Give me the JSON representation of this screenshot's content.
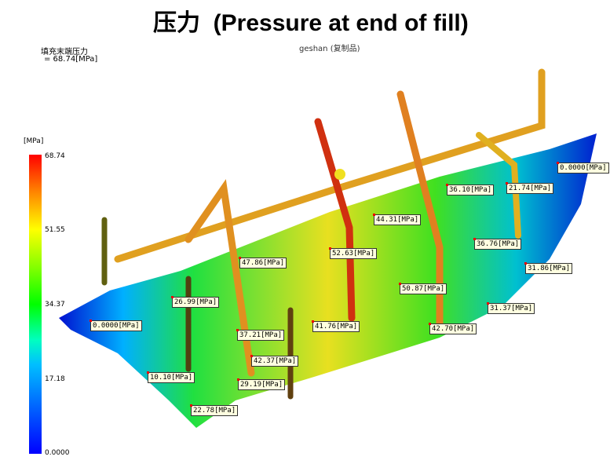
{
  "title": "压力  (Pressure at end of fill)",
  "result": {
    "name": "填充末端压力",
    "value": " = 68.74[MPa]"
  },
  "model_name": "geshan (复制品)",
  "legend": {
    "unit": "[MPa]",
    "ticks": [
      "68.74",
      "51.55",
      "34.37",
      "17.18",
      "0.0000"
    ],
    "colors": {
      "max": "#ff0000",
      "min": "#0000ff"
    }
  },
  "probes": [
    "0.0000[MPa]",
    "36.10[MPa]",
    "21.74[MPa]",
    "44.31[MPa]",
    "36.76[MPa]",
    "52.63[MPa]",
    "47.86[MPa]",
    "31.86[MPa]",
    "50.87[MPa]",
    "26.99[MPa]",
    "31.37[MPa]",
    "0.0000[MPa]",
    "41.76[MPa]",
    "42.70[MPa]",
    "37.21[MPa]",
    "42.37[MPa]",
    "10.10[MPa]",
    "29.19[MPa]",
    "22.78[MPa]"
  ]
}
